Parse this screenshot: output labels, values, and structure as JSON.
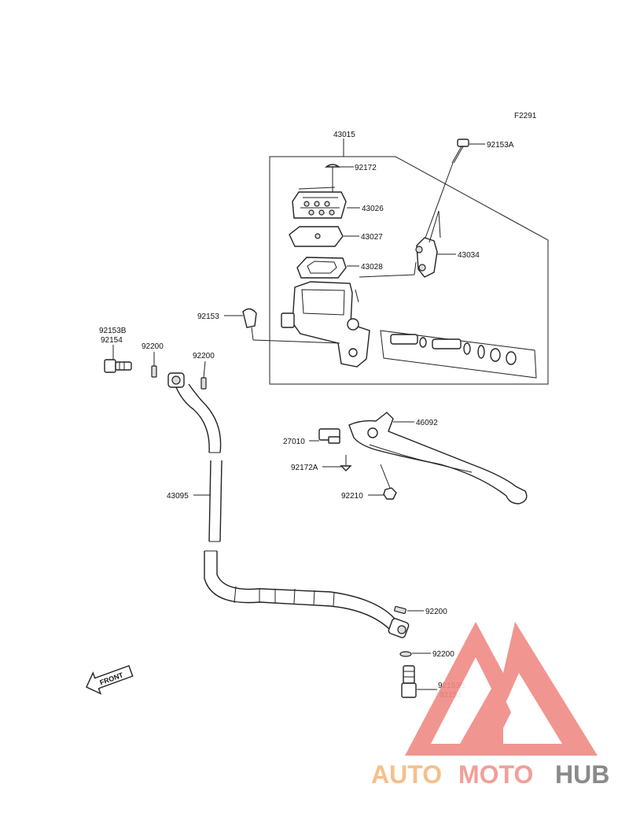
{
  "figure_code": "F2291",
  "labels": {
    "l43015": "43015",
    "l92153A": "92153A",
    "l92172": "92172",
    "l43026": "43026",
    "l43027": "43027",
    "l43028": "43028",
    "l43034": "43034",
    "l92153": "92153",
    "l92153B_top": "92153B",
    "l92154_top": "92154",
    "l92200_a": "92200",
    "l92200_b": "92200",
    "l46092": "46092",
    "l27010": "27010",
    "l92172A": "92172A",
    "l92210": "92210",
    "l43095": "43095",
    "l92200_c": "92200",
    "l92200_d": "92200",
    "l92153B_bot": "92153B",
    "l92154_bot": "92154"
  },
  "front_arrow": "FRONT",
  "watermark": {
    "text_auto": "AUTO",
    "text_moto": "MOTO",
    "text_hub": "HUB",
    "color_auto": "#f5c08a",
    "color_moto": "#f0a09a",
    "color_hub": "#8a8a8a",
    "logo_color": "#f08a85"
  }
}
